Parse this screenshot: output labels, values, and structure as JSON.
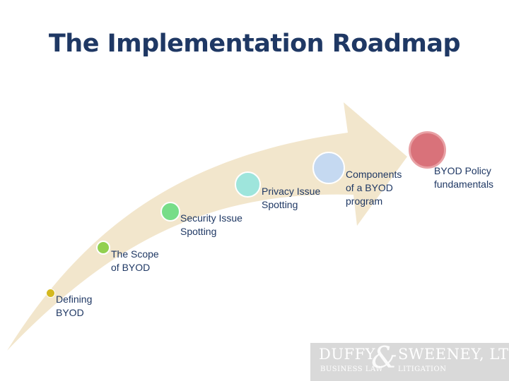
{
  "title": "The Implementation Roadmap",
  "steps": [
    {
      "label": "Defining\nBYOD",
      "color": "#d4b81f"
    },
    {
      "label": "The Scope\nof BYOD",
      "color": "#92d050"
    },
    {
      "label": "Security Issue\nSpotting",
      "color": "#77dd88"
    },
    {
      "label": "Privacy Issue\nSpotting",
      "color": "#9ee5dc"
    },
    {
      "label": "Components\nof a BYOD\nprogram",
      "color": "#c5d9f1"
    },
    {
      "label": "BYOD Policy\nfundamentals",
      "color": "#d9727a"
    }
  ],
  "logo": {
    "name_left": "DUFFY",
    "amp": "&",
    "name_right": "SWEENEY, LTD",
    "tagline_left": "BUSINESS LAW",
    "tagline_right": "LITIGATION"
  },
  "colors": {
    "title": "#1f3864",
    "arrow": "#f2e6cc",
    "text": "#1f3864"
  }
}
